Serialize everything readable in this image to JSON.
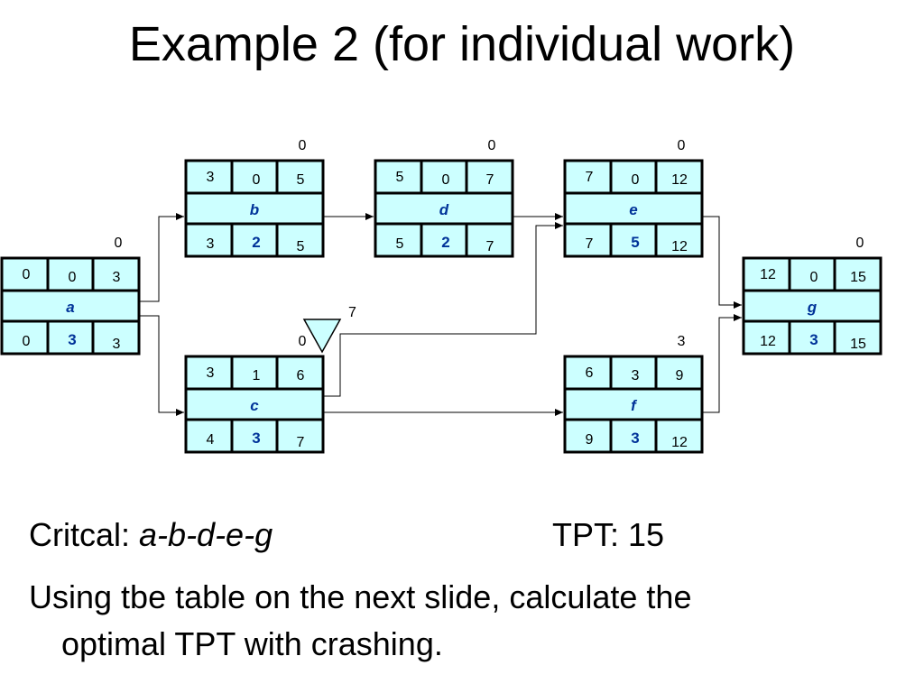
{
  "title": "Example 2 (for individual work)",
  "nodes": [
    {
      "name": "a",
      "top": [
        "0",
        "0",
        "3"
      ],
      "bottom": [
        "0",
        "3",
        "3"
      ],
      "slack": "0"
    },
    {
      "name": "b",
      "top": [
        "3",
        "0",
        "5"
      ],
      "bottom": [
        "3",
        "2",
        "5"
      ],
      "slack": "0"
    },
    {
      "name": "c",
      "top": [
        "3",
        "1",
        "6"
      ],
      "bottom": [
        "4",
        "3",
        "7"
      ],
      "slack": "0"
    },
    {
      "name": "d",
      "top": [
        "5",
        "0",
        "7"
      ],
      "bottom": [
        "5",
        "2",
        "7"
      ],
      "slack": "0"
    },
    {
      "name": "e",
      "top": [
        "7",
        "0",
        "12"
      ],
      "bottom": [
        "7",
        "5",
        "12"
      ],
      "slack": "0"
    },
    {
      "name": "f",
      "top": [
        "6",
        "3",
        "9"
      ],
      "bottom": [
        "9",
        "3",
        "12"
      ],
      "slack": "3"
    },
    {
      "name": "g",
      "top": [
        "12",
        "0",
        "15"
      ],
      "bottom": [
        "12",
        "3",
        "15"
      ],
      "slack": "0"
    }
  ],
  "buffer": {
    "value": "7"
  },
  "edges": [
    {
      "from": "a",
      "to": "b"
    },
    {
      "from": "a",
      "to": "c"
    },
    {
      "from": "b",
      "to": "d"
    },
    {
      "from": "d",
      "to": "e"
    },
    {
      "from": "c",
      "to": "e"
    },
    {
      "from": "c",
      "to": "f"
    },
    {
      "from": "e",
      "to": "g"
    },
    {
      "from": "f",
      "to": "g"
    }
  ],
  "summary": {
    "critical_label": "Critcal:",
    "critical_path": "a-b-d-e-g",
    "tpt_label": "TPT: 15",
    "instruction_line1": "Using tbe table on the next slide, calculate the",
    "instruction_line2": "optimal TPT with crashing."
  }
}
